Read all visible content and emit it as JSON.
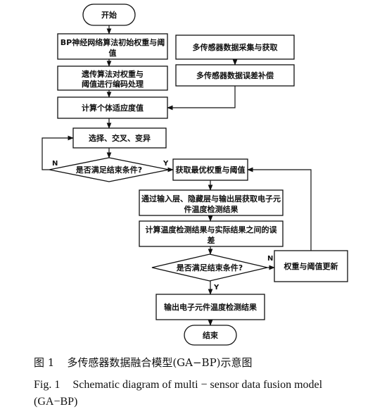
{
  "flowchart": {
    "start": "开始",
    "bp_init": [
      "BP神经网络算法初始权重与阈",
      "值"
    ],
    "ga_encode": [
      "遗传算法对权重与",
      "阈值进行编码处理"
    ],
    "fitness": "计算个体适应度值",
    "ops": "选择、交叉、变异",
    "ga_condition": "是否满足结束条件?",
    "sensor_collect": "多传感器数据采集与获取",
    "error_comp": "多传感器数据误差补偿",
    "get_optimal": "获取最优权重与阈值",
    "forward": [
      "通过输入层、隐藏层与输出层获取电子元",
      "件温度检测结果"
    ],
    "calc_error": [
      "计算温度检测结果与实际结果之间的误",
      "差"
    ],
    "bp_condition": "是否满足结束条件?",
    "update": "权重与阈值更新",
    "output": "输出电子元件温度检测结果",
    "end": "结束",
    "label_n_left": "N",
    "label_y_ga": "Y",
    "label_n_right": "N",
    "label_y_bp": "Y"
  },
  "caption": {
    "cn_label": "图 1",
    "cn_text": "多传感器数据融合模型(GA−BP)示意图",
    "en_label": "Fig. 1",
    "en_text": "Schematic diagram of multi − sensor data fusion model (GA−BP)"
  }
}
